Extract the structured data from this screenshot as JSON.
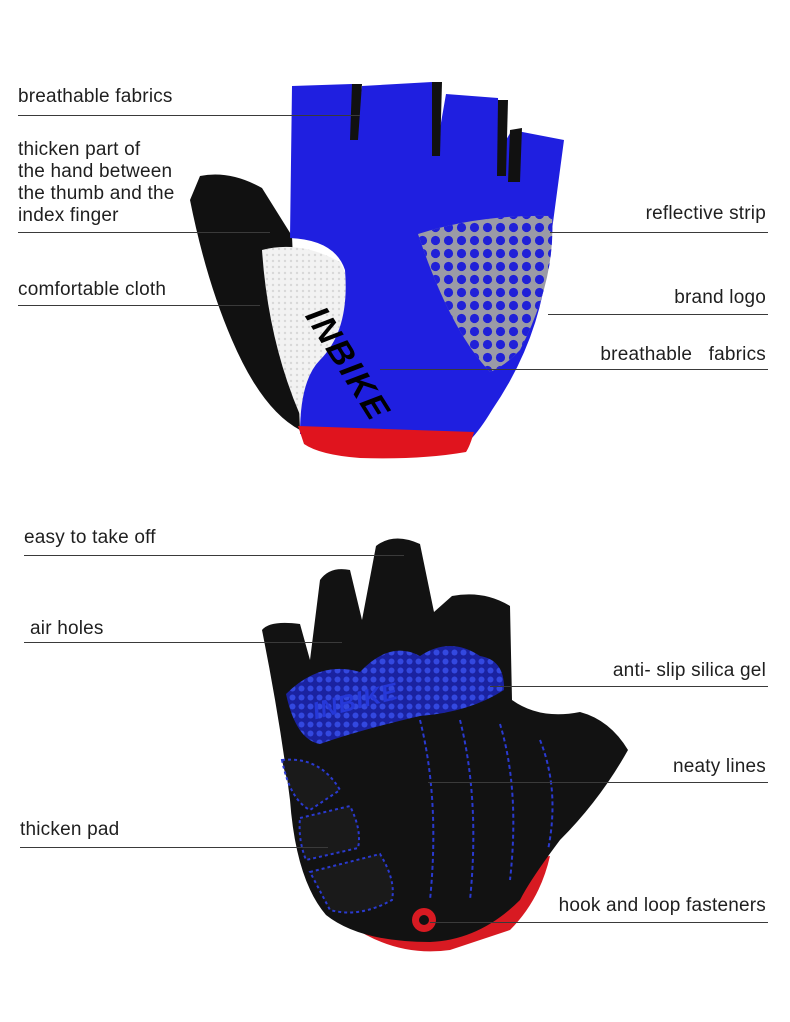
{
  "top_glove": {
    "brand_text": "INBIKE",
    "labels": {
      "breathable_fabrics": "breathable fabrics",
      "thicken_part_line1": "thicken part of",
      "thicken_part_line2": "the hand between",
      "thicken_part_line3": "the thumb and the",
      "thicken_part_line4": "index finger",
      "comfortable_cloth": "comfortable cloth",
      "reflective_strip": "reflective strip",
      "brand_logo": "brand logo",
      "breathable_fabrics_right": "breathable   fabrics"
    },
    "colors": {
      "body": "#1f1fe0",
      "cuff": "#e0141e",
      "black": "#111111",
      "mesh": "#eeeeee",
      "reflective": "#9a9aa6"
    }
  },
  "bottom_glove": {
    "brand_text": "INBIKE",
    "labels": {
      "easy_to_take_off": "easy to take off",
      "air_holes": "air holes",
      "anti_slip": "anti- slip silica gel",
      "neaty_lines": "neaty lines",
      "thicken_pad": "thicken pad",
      "hook_and_loop": "hook and loop fasteners"
    },
    "colors": {
      "palm": "#121212",
      "gel": "#2332c8",
      "stitch": "#2a3ad0",
      "cuff": "#d81a22"
    }
  }
}
